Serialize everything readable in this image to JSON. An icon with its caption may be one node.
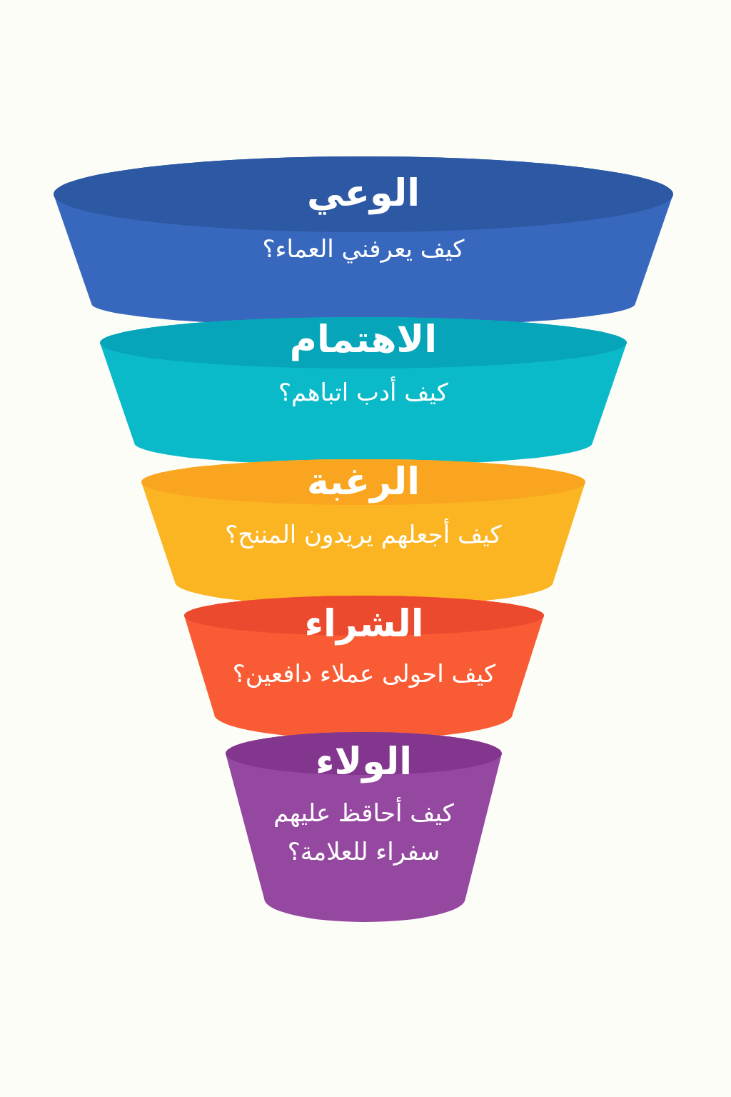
{
  "diagram": {
    "nodes": [
      {
        "text": [
          "الوعي",
          "كيف يعرفني العماء؟"
        ]
      },
      {
        "text": [
          "الاهتمام",
          "كيف أدب اتباهم؟"
        ]
      },
      {
        "text": [
          "الرغبة",
          "كيف أجعلهم يريدون المننح؟"
        ]
      },
      {
        "text": [
          "الشراء",
          "كيف احولى عملاء دافعين؟"
        ]
      },
      {
        "text": [
          "الولاء",
          "كيف أحاقظ عليهم سفراء للعلامة؟"
        ]
      }
    ]
  }
}
